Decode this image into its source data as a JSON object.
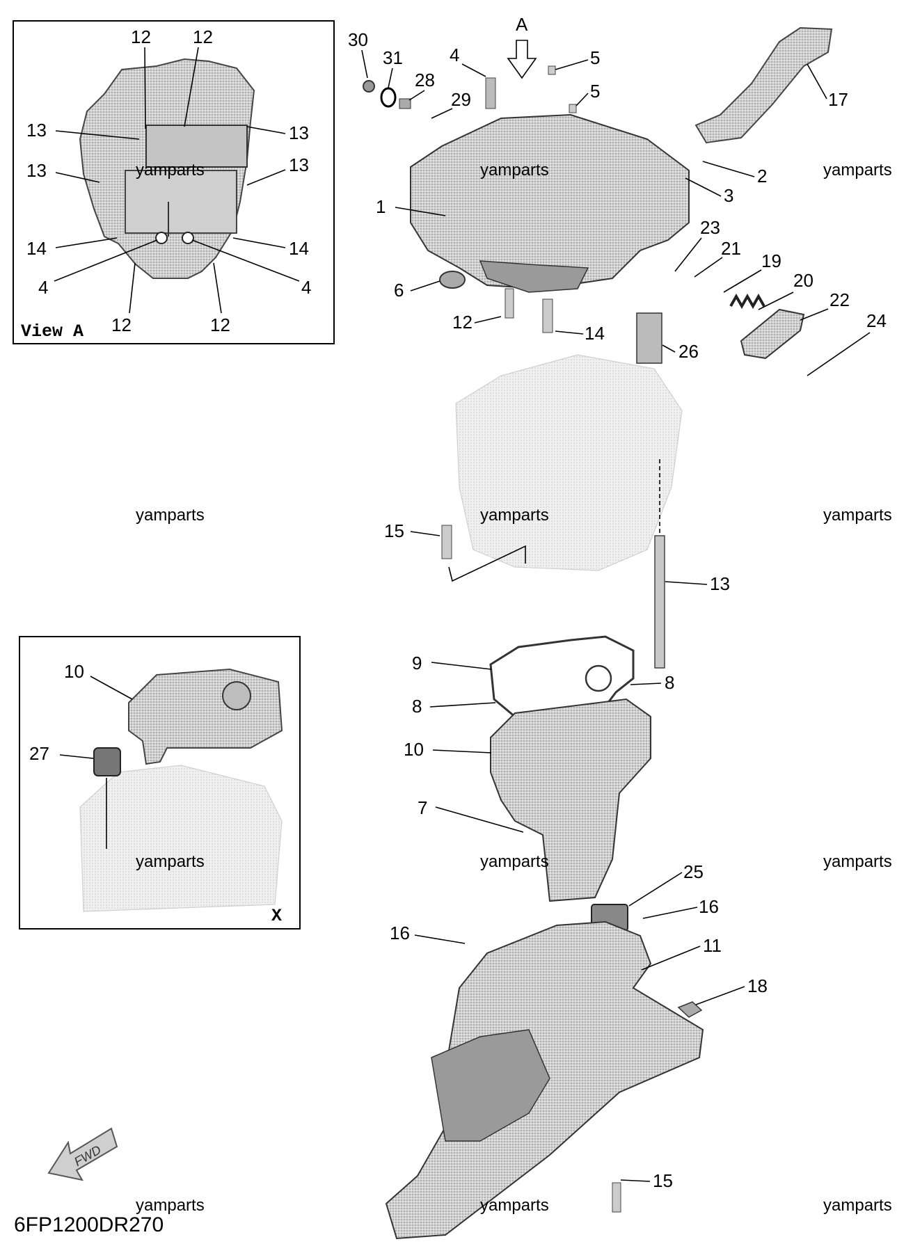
{
  "diagram": {
    "code": "6FP1200DR270",
    "watermark": "yamparts",
    "view_a_label": "View A",
    "view_x_label": "X",
    "arrow_a_label": "A",
    "fwd_label": "FWD",
    "callouts_main": [
      "30",
      "31",
      "28",
      "29",
      "4",
      "5",
      "5",
      "17",
      "2",
      "3",
      "1",
      "23",
      "21",
      "19",
      "20",
      "22",
      "24",
      "6",
      "12",
      "14",
      "26",
      "15",
      "13",
      "9",
      "8",
      "8",
      "10",
      "7",
      "25",
      "16",
      "16",
      "11",
      "18",
      "15"
    ],
    "callouts_view_a": [
      "12",
      "12",
      "13",
      "13",
      "13",
      "13",
      "14",
      "14",
      "4",
      "4",
      "12",
      "12"
    ],
    "callouts_view_x": [
      "10",
      "27"
    ]
  }
}
